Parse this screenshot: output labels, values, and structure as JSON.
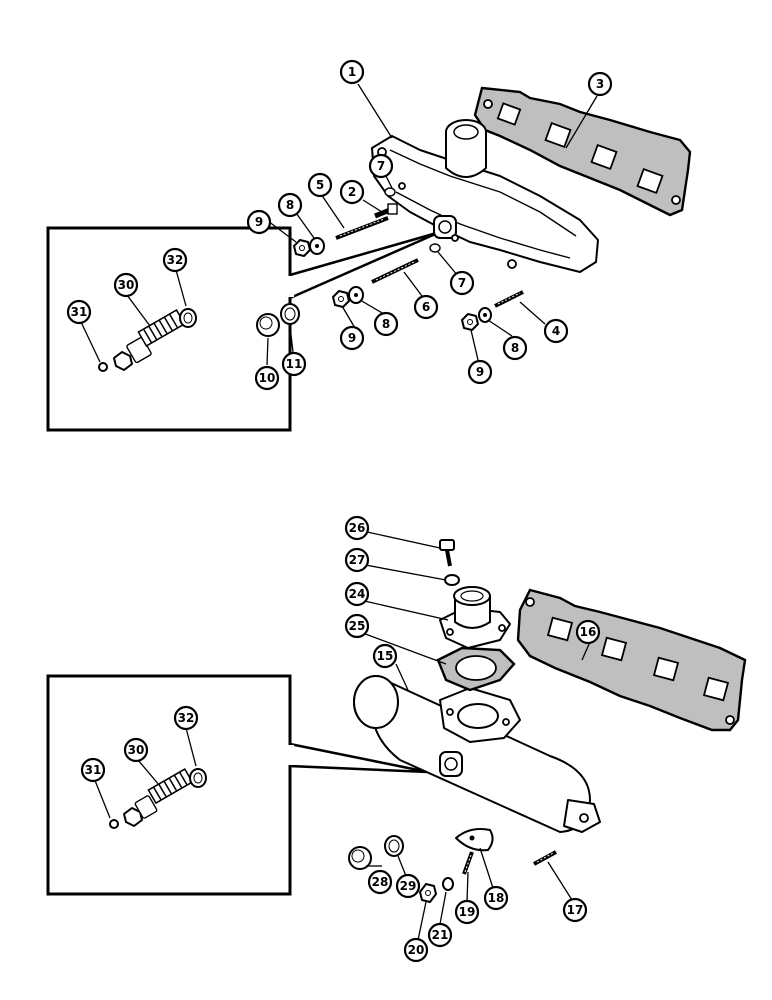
{
  "callouts": {
    "top": [
      {
        "id": "c1",
        "label": "1"
      },
      {
        "id": "c2",
        "label": "2"
      },
      {
        "id": "c3",
        "label": "3"
      },
      {
        "id": "c4",
        "label": "4"
      },
      {
        "id": "c5",
        "label": "5"
      },
      {
        "id": "c6",
        "label": "6"
      },
      {
        "id": "c7a",
        "label": "7"
      },
      {
        "id": "c7b",
        "label": "7"
      },
      {
        "id": "c8a",
        "label": "8"
      },
      {
        "id": "c8b",
        "label": "8"
      },
      {
        "id": "c8c",
        "label": "8"
      },
      {
        "id": "c9a",
        "label": "9"
      },
      {
        "id": "c9b",
        "label": "9"
      },
      {
        "id": "c9c",
        "label": "9"
      },
      {
        "id": "c10",
        "label": "10"
      },
      {
        "id": "c11",
        "label": "11"
      },
      {
        "id": "c30a",
        "label": "30"
      },
      {
        "id": "c31a",
        "label": "31"
      },
      {
        "id": "c32a",
        "label": "32"
      }
    ],
    "bottom": [
      {
        "id": "c15",
        "label": "15"
      },
      {
        "id": "c16",
        "label": "16"
      },
      {
        "id": "c17",
        "label": "17"
      },
      {
        "id": "c18",
        "label": "18"
      },
      {
        "id": "c19",
        "label": "19"
      },
      {
        "id": "c20",
        "label": "20"
      },
      {
        "id": "c21",
        "label": "21"
      },
      {
        "id": "c24",
        "label": "24"
      },
      {
        "id": "c25",
        "label": "25"
      },
      {
        "id": "c26",
        "label": "26"
      },
      {
        "id": "c27",
        "label": "27"
      },
      {
        "id": "c28",
        "label": "28"
      },
      {
        "id": "c29",
        "label": "29"
      },
      {
        "id": "c30b",
        "label": "30"
      },
      {
        "id": "c31b",
        "label": "31"
      },
      {
        "id": "c32b",
        "label": "32"
      }
    ]
  }
}
